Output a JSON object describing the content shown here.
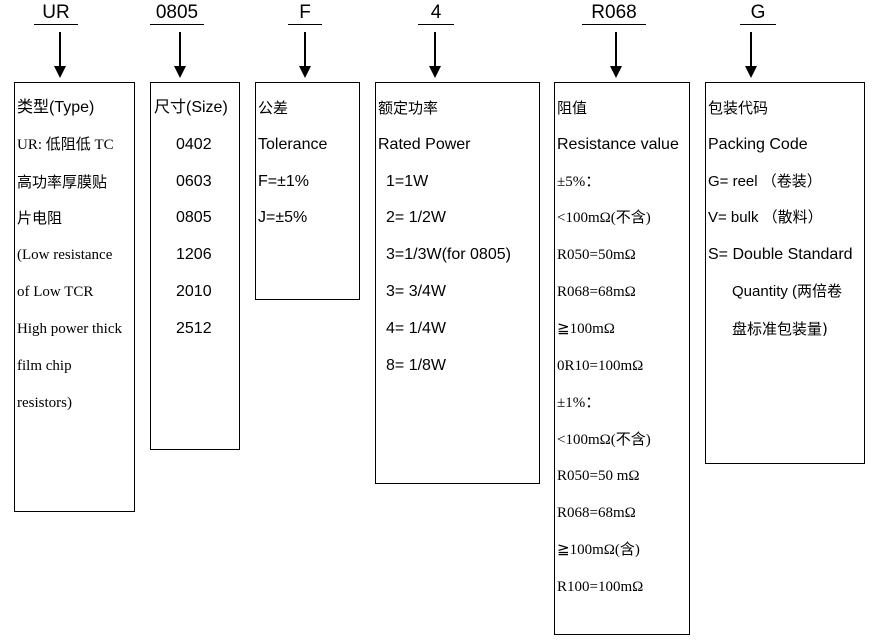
{
  "codes": [
    "UR",
    "0805",
    "F",
    "4",
    "R068",
    "G"
  ],
  "type_box": {
    "title": "类型(Type)",
    "lines": [
      "UR:  低阻低 TC",
      "高功率厚膜贴",
      "片电阻",
      "(Low resistance",
      "of Low TCR",
      "High power thick",
      "film chip",
      "resistors)"
    ]
  },
  "size_box": {
    "title": "尺寸(Size)",
    "lines": [
      "0402",
      "0603",
      "0805",
      "1206",
      "2010",
      "2512"
    ]
  },
  "tolerance_box": {
    "title": "公差",
    "lines": [
      "Tolerance",
      "F=±1%",
      "J=±5%"
    ]
  },
  "power_box": {
    "title": "额定功率",
    "lines": [
      "Rated Power",
      "1=1W",
      "2= 1/2W",
      "3=1/3W(for 0805)",
      "3= 3/4W",
      "4= 1/4W",
      "8= 1/8W"
    ]
  },
  "resistance_box": {
    "title": "阻值",
    "lines": [
      "Resistance value",
      "±5%：",
      "<100mΩ(不含)",
      "R050=50mΩ",
      "R068=68mΩ",
      "≧100mΩ",
      "0R10=100mΩ",
      "±1%：",
      "<100mΩ(不含)",
      "R050=50 mΩ",
      "R068=68mΩ",
      "≧100mΩ(含)",
      "R100=100mΩ"
    ]
  },
  "packing_box": {
    "title": "包装代码",
    "lines": [
      "Packing Code",
      "G= reel  （卷装）",
      "V= bulk  （散料）",
      "S= Double Standard",
      "Quantity (两倍卷",
      "盘标准包装量)"
    ]
  }
}
